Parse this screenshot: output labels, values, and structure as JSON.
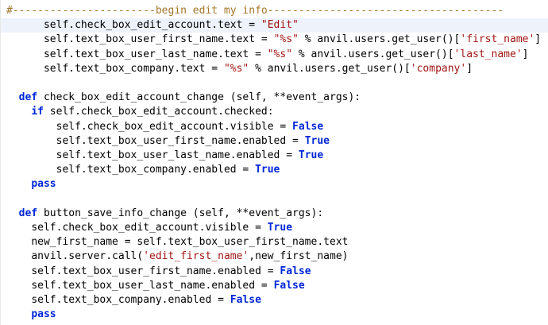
{
  "editor": {
    "language": "python",
    "current_line_index": 1,
    "colors": {
      "keyword": "#0026d9",
      "string": "#a31515",
      "comment": "#a3752a",
      "current_line": "#eef3fb"
    },
    "lines": [
      {
        "indent": 0,
        "tokens": [
          {
            "t": "comment",
            "v": "#-----------------------begin edit my info--------------------------------------"
          }
        ]
      },
      {
        "indent": 6,
        "tokens": [
          {
            "t": "plain",
            "v": "self.check_box_edit_account.text = "
          },
          {
            "t": "str",
            "v": "\"Edit\""
          }
        ]
      },
      {
        "indent": 6,
        "tokens": [
          {
            "t": "plain",
            "v": "self.text_box_user_first_name.text = "
          },
          {
            "t": "str",
            "v": "\"%s\""
          },
          {
            "t": "plain",
            "v": " % anvil.users.get_user()["
          },
          {
            "t": "str",
            "v": "'first_name'"
          },
          {
            "t": "plain",
            "v": "]"
          }
        ]
      },
      {
        "indent": 6,
        "tokens": [
          {
            "t": "plain",
            "v": "self.text_box_user_last_name.text = "
          },
          {
            "t": "str",
            "v": "\"%s\""
          },
          {
            "t": "plain",
            "v": " % anvil.users.get_user()["
          },
          {
            "t": "str",
            "v": "'last_name'"
          },
          {
            "t": "plain",
            "v": "]"
          }
        ]
      },
      {
        "indent": 6,
        "tokens": [
          {
            "t": "plain",
            "v": "self.text_box_company.text = "
          },
          {
            "t": "str",
            "v": "\"%s\""
          },
          {
            "t": "plain",
            "v": " % anvil.users.get_user()["
          },
          {
            "t": "str",
            "v": "'company'"
          },
          {
            "t": "plain",
            "v": "]"
          }
        ]
      },
      {
        "indent": 0,
        "tokens": []
      },
      {
        "indent": 2,
        "tokens": [
          {
            "t": "kw",
            "v": "def"
          },
          {
            "t": "plain",
            "v": " check_box_edit_account_change (self, **event_args):"
          }
        ]
      },
      {
        "indent": 4,
        "tokens": [
          {
            "t": "kw",
            "v": "if"
          },
          {
            "t": "plain",
            "v": " self.check_box_edit_account.checked:"
          }
        ]
      },
      {
        "indent": 8,
        "tokens": [
          {
            "t": "plain",
            "v": "self.check_box_edit_account.visible = "
          },
          {
            "t": "kw",
            "v": "False"
          }
        ]
      },
      {
        "indent": 8,
        "tokens": [
          {
            "t": "plain",
            "v": "self.text_box_user_first_name.enabled = "
          },
          {
            "t": "kw",
            "v": "True"
          }
        ]
      },
      {
        "indent": 8,
        "tokens": [
          {
            "t": "plain",
            "v": "self.text_box_user_last_name.enabled = "
          },
          {
            "t": "kw",
            "v": "True"
          }
        ]
      },
      {
        "indent": 8,
        "tokens": [
          {
            "t": "plain",
            "v": "self.text_box_company.enabled = "
          },
          {
            "t": "kw",
            "v": "True"
          }
        ]
      },
      {
        "indent": 4,
        "tokens": [
          {
            "t": "kw",
            "v": "pass"
          }
        ]
      },
      {
        "indent": 0,
        "tokens": []
      },
      {
        "indent": 2,
        "tokens": [
          {
            "t": "kw",
            "v": "def"
          },
          {
            "t": "plain",
            "v": " button_save_info_change (self, **event_args):"
          }
        ]
      },
      {
        "indent": 4,
        "tokens": [
          {
            "t": "plain",
            "v": "self.check_box_edit_account.visible = "
          },
          {
            "t": "kw",
            "v": "True"
          }
        ]
      },
      {
        "indent": 4,
        "tokens": [
          {
            "t": "plain",
            "v": "new_first_name = self.text_box_user_first_name.text"
          }
        ]
      },
      {
        "indent": 4,
        "tokens": [
          {
            "t": "plain",
            "v": "anvil.server.call("
          },
          {
            "t": "str",
            "v": "'edit_first_name'"
          },
          {
            "t": "plain",
            "v": ",new_first_name)"
          }
        ]
      },
      {
        "indent": 4,
        "tokens": [
          {
            "t": "plain",
            "v": "self.text_box_user_first_name.enabled = "
          },
          {
            "t": "kw",
            "v": "False"
          }
        ]
      },
      {
        "indent": 4,
        "tokens": [
          {
            "t": "plain",
            "v": "self.text_box_user_last_name.enabled = "
          },
          {
            "t": "kw",
            "v": "False"
          }
        ]
      },
      {
        "indent": 4,
        "tokens": [
          {
            "t": "plain",
            "v": "self.text_box_company.enabled = "
          },
          {
            "t": "kw",
            "v": "False"
          }
        ]
      },
      {
        "indent": 4,
        "tokens": [
          {
            "t": "kw",
            "v": "pass"
          }
        ]
      }
    ]
  }
}
